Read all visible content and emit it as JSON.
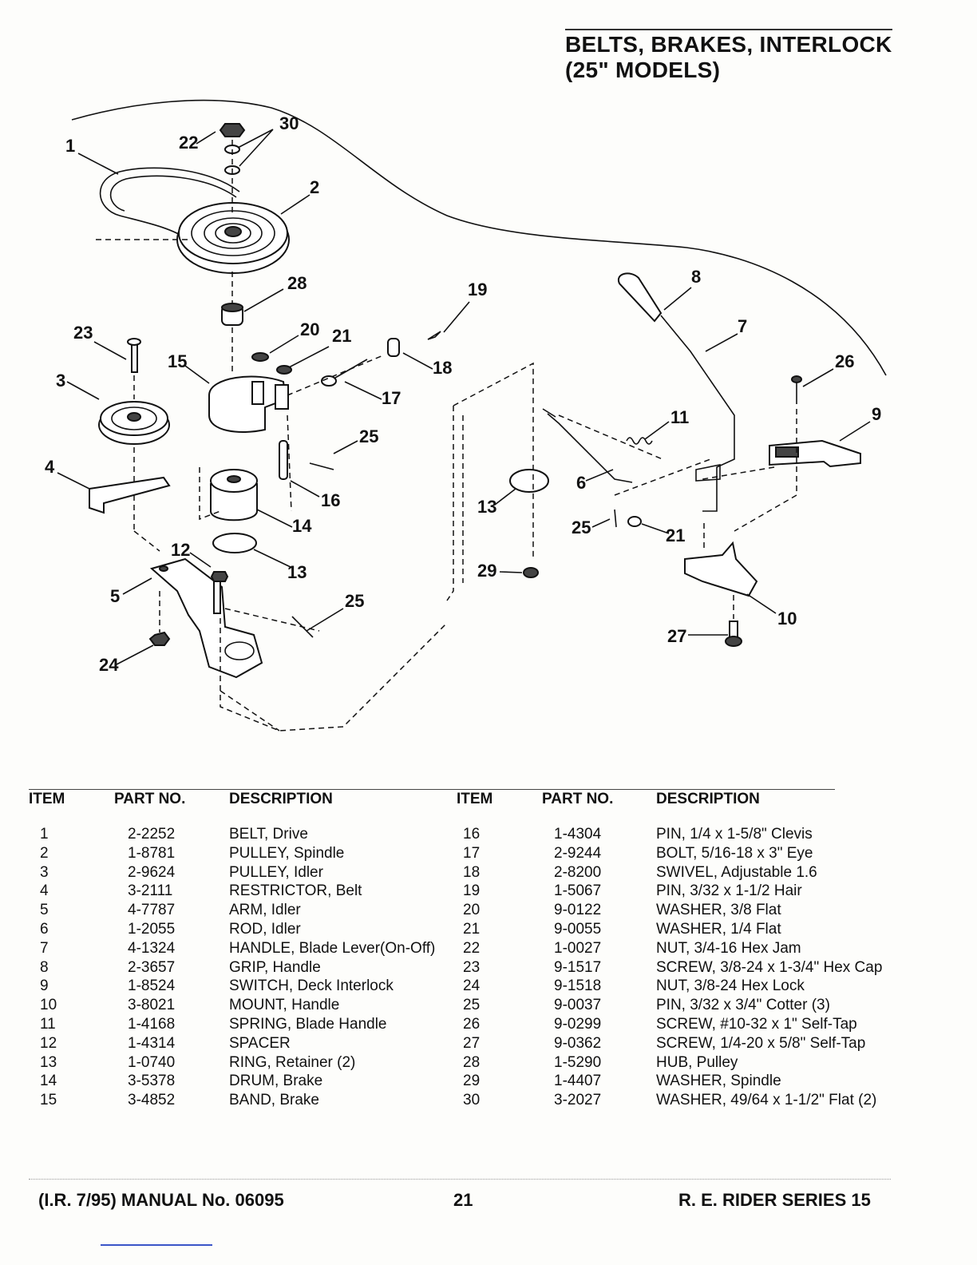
{
  "title": {
    "line1": "BELTS, BRAKES, INTERLOCK",
    "line2": "(25\" MODELS)"
  },
  "diagram_labels": [
    "1",
    "2",
    "3",
    "4",
    "5",
    "6",
    "7",
    "8",
    "9",
    "10",
    "11",
    "12",
    "13",
    "13",
    "14",
    "15",
    "16",
    "17",
    "18",
    "19",
    "20",
    "21",
    "21",
    "22",
    "23",
    "24",
    "25",
    "25",
    "25",
    "26",
    "27",
    "28",
    "29",
    "30"
  ],
  "table": {
    "headers": {
      "item": "ITEM",
      "part_no": "PART NO.",
      "description": "DESCRIPTION"
    },
    "left": [
      {
        "item": "1",
        "part": "2-2252",
        "desc": "BELT, Drive"
      },
      {
        "item": "2",
        "part": "1-8781",
        "desc": "PULLEY, Spindle"
      },
      {
        "item": "3",
        "part": "2-9624",
        "desc": "PULLEY, Idler"
      },
      {
        "item": "4",
        "part": "3-2111",
        "desc": "RESTRICTOR, Belt"
      },
      {
        "item": "5",
        "part": "4-7787",
        "desc": "ARM, Idler"
      },
      {
        "item": "6",
        "part": "1-2055",
        "desc": "ROD, Idler"
      },
      {
        "item": "7",
        "part": "4-1324",
        "desc": "HANDLE, Blade Lever(On-Off)"
      },
      {
        "item": "8",
        "part": "2-3657",
        "desc": "GRIP, Handle"
      },
      {
        "item": "9",
        "part": "1-8524",
        "desc": "SWITCH, Deck Interlock"
      },
      {
        "item": "10",
        "part": "3-8021",
        "desc": "MOUNT, Handle"
      },
      {
        "item": "11",
        "part": "1-4168",
        "desc": "SPRING, Blade Handle"
      },
      {
        "item": "12",
        "part": "1-4314",
        "desc": "SPACER"
      },
      {
        "item": "13",
        "part": "1-0740",
        "desc": "RING, Retainer (2)"
      },
      {
        "item": "14",
        "part": "3-5378",
        "desc": "DRUM, Brake"
      },
      {
        "item": "15",
        "part": "3-4852",
        "desc": "BAND, Brake"
      }
    ],
    "right": [
      {
        "item": "16",
        "part": "1-4304",
        "desc": "PIN, 1/4 x 1-5/8\" Clevis"
      },
      {
        "item": "17",
        "part": "2-9244",
        "desc": "BOLT, 5/16-18 x 3\" Eye"
      },
      {
        "item": "18",
        "part": "2-8200",
        "desc": "SWIVEL, Adjustable 1.6"
      },
      {
        "item": "19",
        "part": "1-5067",
        "desc": "PIN, 3/32 x 1-1/2 Hair"
      },
      {
        "item": "20",
        "part": "9-0122",
        "desc": "WASHER, 3/8 Flat"
      },
      {
        "item": "21",
        "part": "9-0055",
        "desc": "WASHER, 1/4 Flat"
      },
      {
        "item": "22",
        "part": "1-0027",
        "desc": "NUT, 3/4-16 Hex Jam"
      },
      {
        "item": "23",
        "part": "9-1517",
        "desc": "SCREW, 3/8-24 x 1-3/4\" Hex Cap"
      },
      {
        "item": "24",
        "part": "9-1518",
        "desc": "NUT, 3/8-24 Hex Lock"
      },
      {
        "item": "25",
        "part": "9-0037",
        "desc": "PIN, 3/32 x 3/4\" Cotter (3)"
      },
      {
        "item": "26",
        "part": "9-0299",
        "desc": "SCREW, #10-32 x 1\" Self-Tap"
      },
      {
        "item": "27",
        "part": "9-0362",
        "desc": "SCREW, 1/4-20 x 5/8\" Self-Tap"
      },
      {
        "item": "28",
        "part": "1-5290",
        "desc": "HUB, Pulley"
      },
      {
        "item": "29",
        "part": "1-4407",
        "desc": "WASHER, Spindle"
      },
      {
        "item": "30",
        "part": "3-2027",
        "desc": "WASHER, 49/64 x 1-1/2\" Flat (2)"
      }
    ]
  },
  "footer": {
    "left": "(I.R. 7/95) MANUAL No. 06095",
    "page": "21",
    "right": "R. E. RIDER SERIES 15"
  }
}
